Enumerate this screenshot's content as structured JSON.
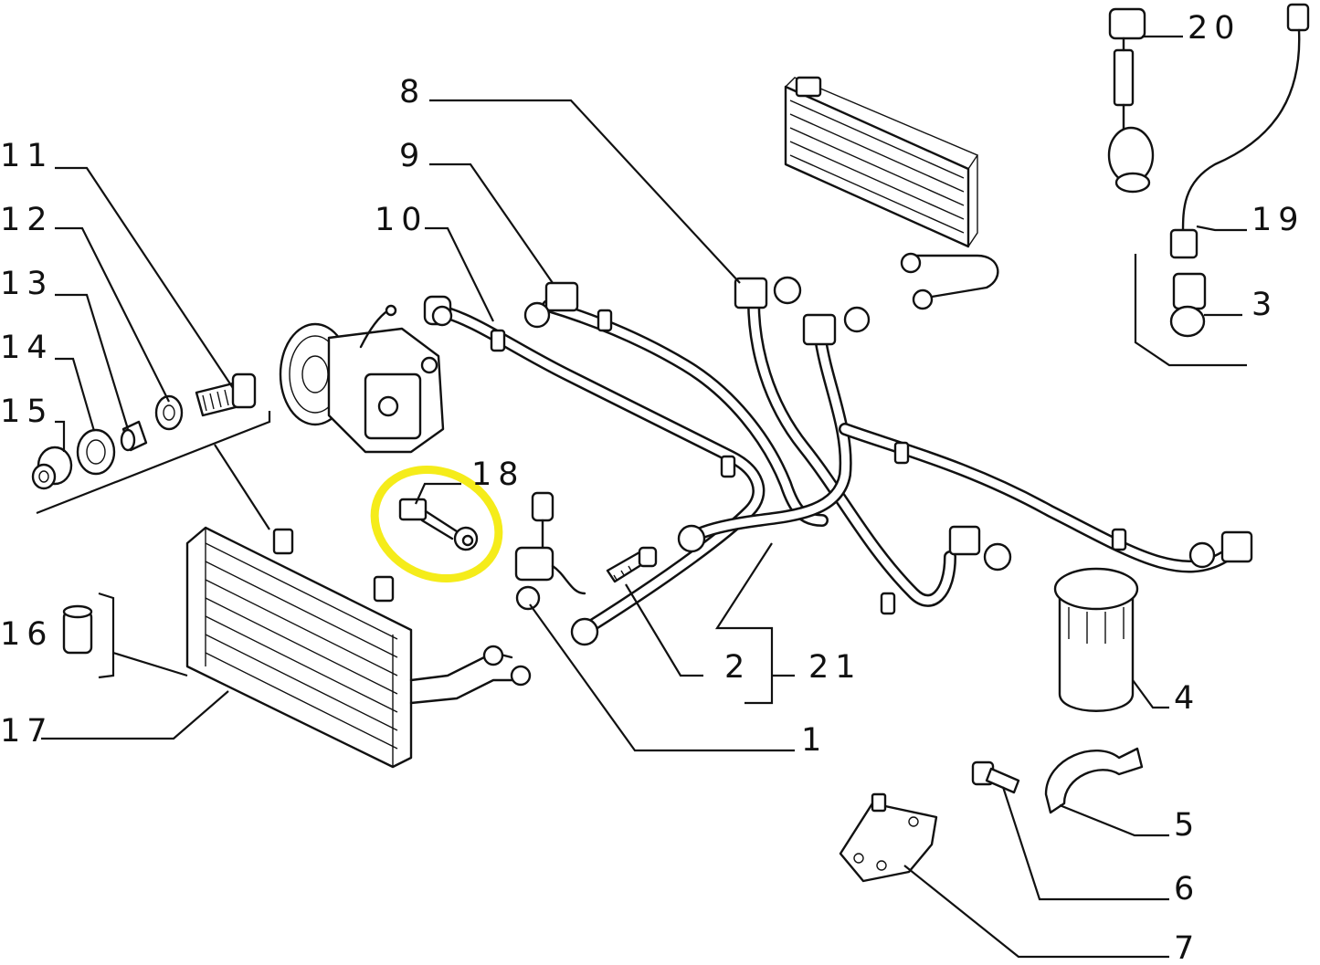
{
  "labels": {
    "l1": "1",
    "l2": "2",
    "l3": "3",
    "l4": "4",
    "l5": "5",
    "l6": "6",
    "l7": "7",
    "l8": "8",
    "l9": "9",
    "l10": "10",
    "l11": "11",
    "l12": "12",
    "l13": "13",
    "l14": "14",
    "l15": "15",
    "l16": "16",
    "l17": "17",
    "l18": "18",
    "l19": "19",
    "l20": "20",
    "l21": "21"
  },
  "highlight": {
    "part": "18",
    "color": "#f5ec1a"
  },
  "colors": {
    "ink": "#111111",
    "background": "#ffffff"
  }
}
